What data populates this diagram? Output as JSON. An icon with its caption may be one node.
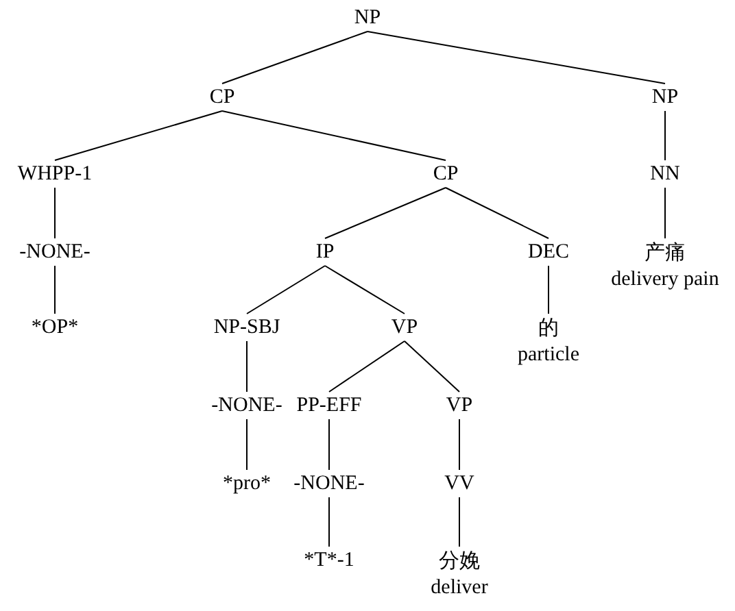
{
  "diagram": {
    "nodes": [
      {
        "text": [
          "NP"
        ]
      },
      {
        "text": [
          "CP"
        ]
      },
      {
        "text": [
          "NP"
        ]
      },
      {
        "text": [
          "WHPP-1"
        ]
      },
      {
        "text": [
          "CP"
        ]
      },
      {
        "text": [
          "NN"
        ]
      },
      {
        "text": [
          "-NONE-"
        ]
      },
      {
        "text": [
          "IP"
        ]
      },
      {
        "text": [
          "DEC"
        ]
      },
      {
        "text": [
          "产痛",
          "delivery pain"
        ]
      },
      {
        "text": [
          "*OP*"
        ]
      },
      {
        "text": [
          "NP-SBJ"
        ]
      },
      {
        "text": [
          "VP"
        ]
      },
      {
        "text": [
          "的",
          "particle"
        ]
      },
      {
        "text": [
          "-NONE-"
        ]
      },
      {
        "text": [
          "PP-EFF"
        ]
      },
      {
        "text": [
          "VP"
        ]
      },
      {
        "text": [
          "*pro*"
        ]
      },
      {
        "text": [
          "-NONE-"
        ]
      },
      {
        "text": [
          "VV"
        ]
      },
      {
        "text": [
          "*T*-1"
        ]
      },
      {
        "text": [
          "分娩",
          "deliver"
        ]
      }
    ],
    "edges": [
      {
        "from": 0,
        "to": 1,
        "arrow": "none"
      },
      {
        "from": 0,
        "to": 2,
        "arrow": "none"
      },
      {
        "from": 1,
        "to": 3,
        "arrow": "none"
      },
      {
        "from": 1,
        "to": 4,
        "arrow": "none"
      },
      {
        "from": 2,
        "to": 5,
        "arrow": "none"
      },
      {
        "from": 3,
        "to": 6,
        "arrow": "none"
      },
      {
        "from": 4,
        "to": 7,
        "arrow": "none"
      },
      {
        "from": 4,
        "to": 8,
        "arrow": "none"
      },
      {
        "from": 5,
        "to": 9,
        "arrow": "none"
      },
      {
        "from": 6,
        "to": 10,
        "arrow": "none"
      },
      {
        "from": 7,
        "to": 11,
        "arrow": "none"
      },
      {
        "from": 7,
        "to": 12,
        "arrow": "none"
      },
      {
        "from": 8,
        "to": 13,
        "arrow": "none"
      },
      {
        "from": 11,
        "to": 14,
        "arrow": "none"
      },
      {
        "from": 12,
        "to": 15,
        "arrow": "none"
      },
      {
        "from": 12,
        "to": 16,
        "arrow": "none"
      },
      {
        "from": 14,
        "to": 17,
        "arrow": "none"
      },
      {
        "from": 15,
        "to": 18,
        "arrow": "none"
      },
      {
        "from": 16,
        "to": 19,
        "arrow": "none"
      },
      {
        "from": 18,
        "to": 20,
        "arrow": "none"
      },
      {
        "from": 19,
        "to": 21,
        "arrow": "none"
      }
    ]
  }
}
